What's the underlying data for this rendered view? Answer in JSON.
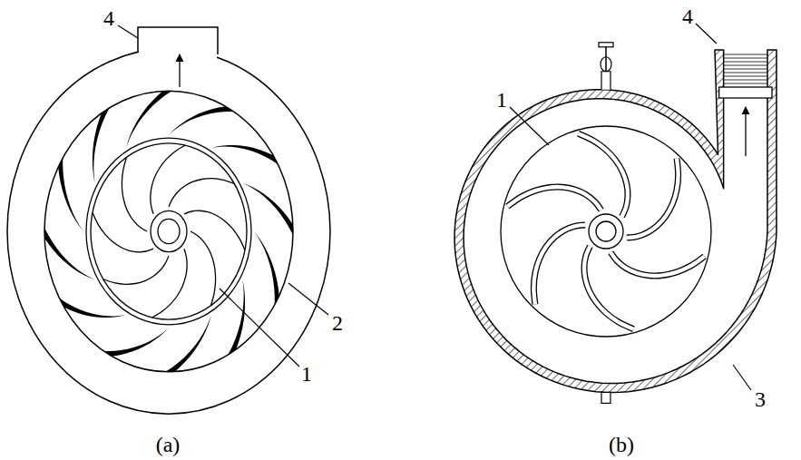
{
  "diagram": {
    "labels": [
      "4",
      "2",
      "1",
      "(a)",
      "1",
      "4",
      "3",
      "(b)"
    ]
  }
}
